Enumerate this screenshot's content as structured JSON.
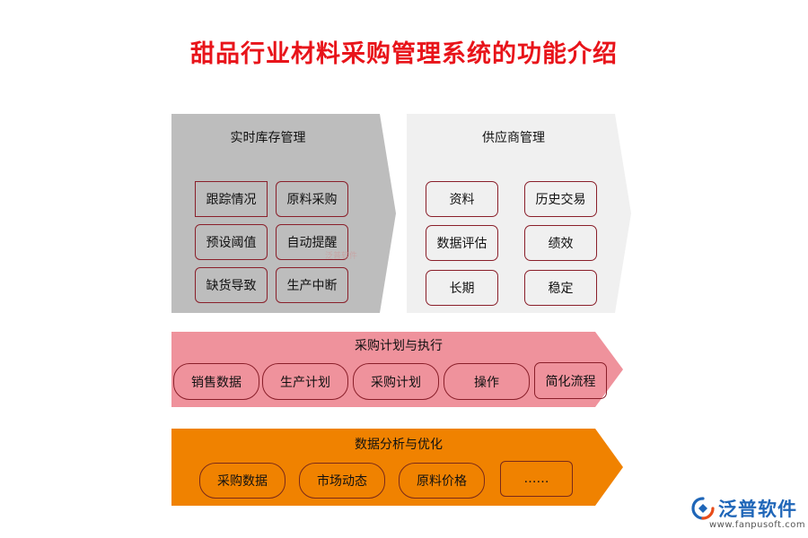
{
  "title": "甜品行业材料采购管理系统的功能介绍",
  "inventory": {
    "title": "实时库存管理",
    "items": [
      "跟踪情况",
      "原料采购",
      "预设阈值",
      "自动提醒",
      "缺货导致",
      "生产中断"
    ]
  },
  "supplier": {
    "title": "供应商管理",
    "items": [
      "资料",
      "历史交易",
      "数据评估",
      "绩效",
      "长期",
      "稳定"
    ]
  },
  "planning": {
    "title": "采购计划与执行",
    "items": [
      "销售数据",
      "生产计划",
      "采购计划",
      "操作",
      "简化流程"
    ]
  },
  "analysis": {
    "title": "数据分析与优化",
    "items": [
      "采购数据",
      "市场动态",
      "原料价格",
      "……"
    ]
  },
  "watermark": "泛普软件",
  "logo": {
    "name": "泛普软件",
    "url": "www.fanpusoft.com"
  },
  "colors": {
    "title": "#e8141a",
    "inventory_bg": "#bdbdbd",
    "supplier_bg": "#f0f0f0",
    "planning_bg": "#ef929c",
    "analysis_bg": "#f08200",
    "box_border": "#8a1f2a",
    "logo": "#1f66b8"
  }
}
